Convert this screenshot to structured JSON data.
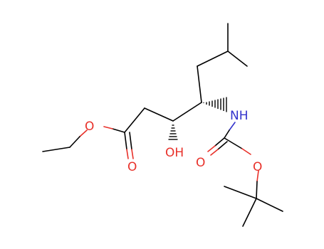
{
  "atoms": {
    "ester_o": "O",
    "carbonyl_o": "O",
    "hydroxyl": "OH",
    "amine": "NH",
    "boc_carbonyl_o": "O",
    "boc_ester_o": "O"
  },
  "colors": {
    "oxygen": "#e8312a",
    "nitrogen": "#3333cc",
    "carbon_bond": "#000000",
    "background": "#ffffff"
  }
}
